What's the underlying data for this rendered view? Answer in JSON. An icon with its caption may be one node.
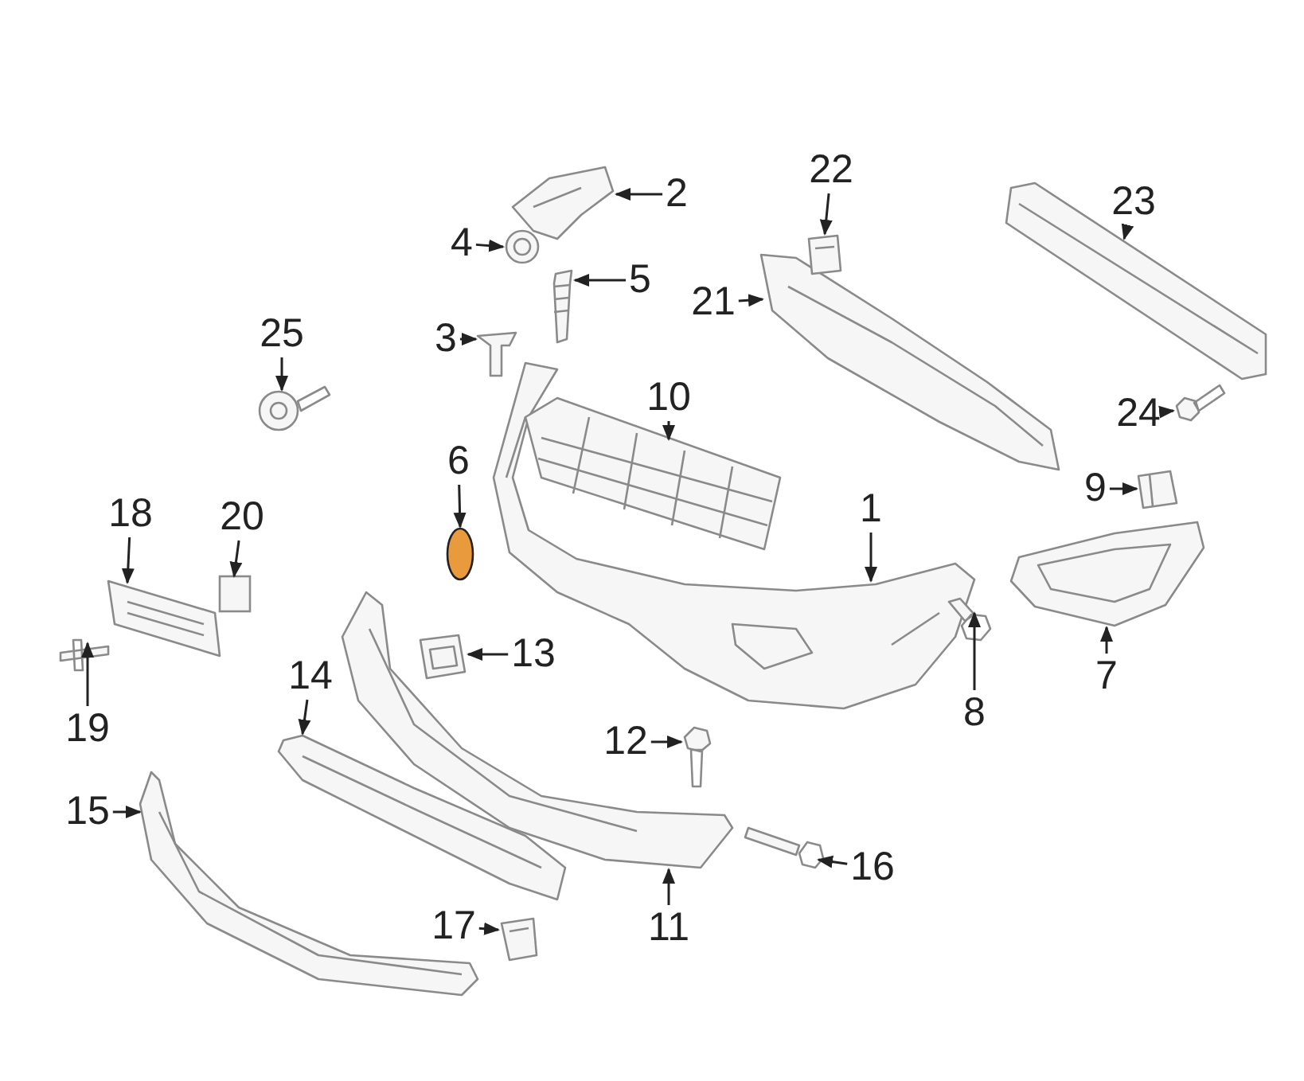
{
  "diagram": {
    "nodes": [
      {
        "text": [
          "1"
        ]
      },
      {
        "text": [],
        "shape": "picture"
      },
      {
        "text": [
          "2"
        ]
      },
      {
        "text": [],
        "shape": "picture"
      },
      {
        "text": [
          "3"
        ]
      },
      {
        "text": [],
        "shape": "picture"
      },
      {
        "text": [
          "4"
        ]
      },
      {
        "text": [],
        "shape": "picture"
      },
      {
        "text": [
          "5"
        ]
      },
      {
        "text": [],
        "shape": "picture"
      },
      {
        "text": [
          "6"
        ]
      },
      {
        "text": [],
        "shape": "circle"
      },
      {
        "text": [
          "7"
        ]
      },
      {
        "text": [],
        "shape": "picture"
      },
      {
        "text": [
          "8"
        ]
      },
      {
        "text": [],
        "shape": "picture"
      },
      {
        "text": [
          "9"
        ]
      },
      {
        "text": [],
        "shape": "picture"
      },
      {
        "text": [
          "10"
        ]
      },
      {
        "text": [],
        "shape": "picture"
      },
      {
        "text": [
          "11"
        ]
      },
      {
        "text": [],
        "shape": "picture"
      },
      {
        "text": [
          "12"
        ]
      },
      {
        "text": [],
        "shape": "picture"
      },
      {
        "text": [
          "13"
        ]
      },
      {
        "text": [],
        "shape": "picture"
      },
      {
        "text": [
          "14"
        ]
      },
      {
        "text": [],
        "shape": "picture"
      },
      {
        "text": [
          "15"
        ]
      },
      {
        "text": [],
        "shape": "picture"
      },
      {
        "text": [
          "16"
        ]
      },
      {
        "text": [],
        "shape": "picture"
      },
      {
        "text": [
          "17"
        ]
      },
      {
        "text": [],
        "shape": "picture"
      },
      {
        "text": [
          "18"
        ]
      },
      {
        "text": [],
        "shape": "picture"
      },
      {
        "text": [
          "19"
        ]
      },
      {
        "text": [],
        "shape": "picture"
      },
      {
        "text": [
          "20"
        ]
      },
      {
        "text": [],
        "shape": "box"
      },
      {
        "text": [
          "21"
        ]
      },
      {
        "text": [],
        "shape": "picture"
      },
      {
        "text": [
          "22"
        ]
      },
      {
        "text": [],
        "shape": "picture"
      },
      {
        "text": [
          "23"
        ]
      },
      {
        "text": [],
        "shape": "picture"
      },
      {
        "text": [
          "24"
        ]
      },
      {
        "text": [],
        "shape": "picture"
      },
      {
        "text": [
          "25"
        ]
      },
      {
        "text": [],
        "shape": "picture"
      }
    ],
    "edges": [
      {
        "from": 0,
        "to": 1,
        "arrow": "to"
      },
      {
        "from": 2,
        "to": 3,
        "arrow": "to"
      },
      {
        "from": 4,
        "to": 5,
        "arrow": "to"
      },
      {
        "from": 6,
        "to": 7,
        "arrow": "to"
      },
      {
        "from": 8,
        "to": 9,
        "arrow": "to"
      },
      {
        "from": 10,
        "to": 11,
        "arrow": "to"
      },
      {
        "from": 12,
        "to": 13,
        "arrow": "to"
      },
      {
        "from": 14,
        "to": 15,
        "arrow": "to"
      },
      {
        "from": 16,
        "to": 17,
        "arrow": "to"
      },
      {
        "from": 18,
        "to": 19,
        "arrow": "to"
      },
      {
        "from": 20,
        "to": 21,
        "arrow": "to"
      },
      {
        "from": 22,
        "to": 23,
        "arrow": "to"
      },
      {
        "from": 24,
        "to": 25,
        "arrow": "to"
      },
      {
        "from": 26,
        "to": 27,
        "arrow": "to"
      },
      {
        "from": 28,
        "to": 29,
        "arrow": "to"
      },
      {
        "from": 30,
        "to": 31,
        "arrow": "to"
      },
      {
        "from": 32,
        "to": 33,
        "arrow": "to"
      },
      {
        "from": 34,
        "to": 35,
        "arrow": "to"
      },
      {
        "from": 36,
        "to": 37,
        "arrow": "to"
      },
      {
        "from": 38,
        "to": 39,
        "arrow": "to"
      },
      {
        "from": 40,
        "to": 41,
        "arrow": "to"
      },
      {
        "from": 42,
        "to": 43,
        "arrow": "to"
      },
      {
        "from": 44,
        "to": 45,
        "arrow": "to"
      },
      {
        "from": 46,
        "to": 47,
        "arrow": "to"
      },
      {
        "from": 48,
        "to": 49,
        "arrow": "to"
      }
    ]
  }
}
